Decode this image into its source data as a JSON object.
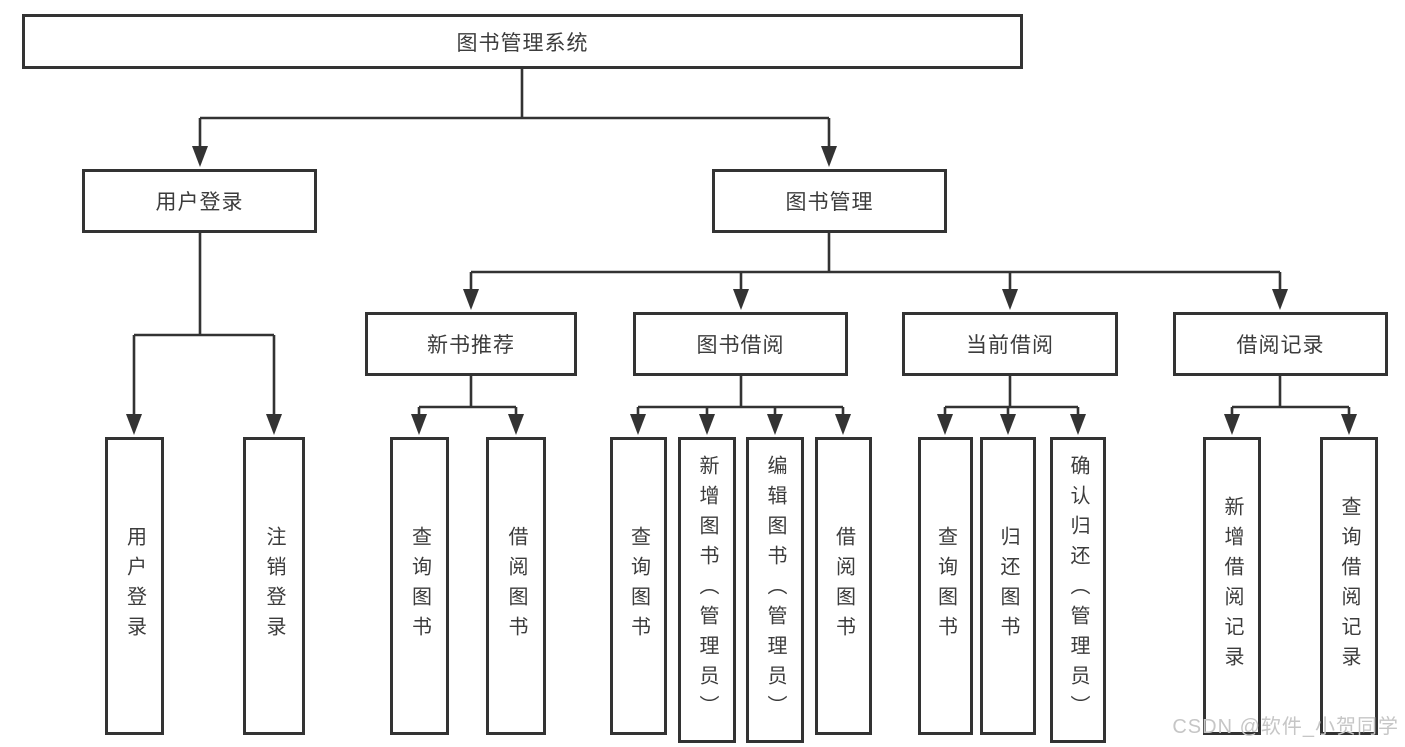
{
  "diagram_type": "hierarchy-tree",
  "tree": {
    "root": "图书管理系统",
    "children": [
      {
        "label": "用户登录",
        "children": [
          "用户登录",
          "注销登录"
        ]
      },
      {
        "label": "图书管理",
        "children": [
          {
            "label": "新书推荐",
            "children": [
              "查询图书",
              "借阅图书"
            ]
          },
          {
            "label": "图书借阅",
            "children": [
              "查询图书",
              "新增图书（管理员）",
              "编辑图书（管理员）",
              "借阅图书"
            ]
          },
          {
            "label": "当前借阅",
            "children": [
              "查询图书",
              "归还图书",
              "确认归还（管理员）"
            ]
          },
          {
            "label": "借阅记录",
            "children": [
              "新增借阅记录",
              "查询借阅记录"
            ]
          }
        ]
      }
    ]
  },
  "watermark": "CSDN @软件_小贺同学",
  "colors": {
    "line": "#333333",
    "box_border": "#333333",
    "text": "#3c3c3c",
    "background": "#ffffff",
    "watermark": "#c6c6c6"
  }
}
